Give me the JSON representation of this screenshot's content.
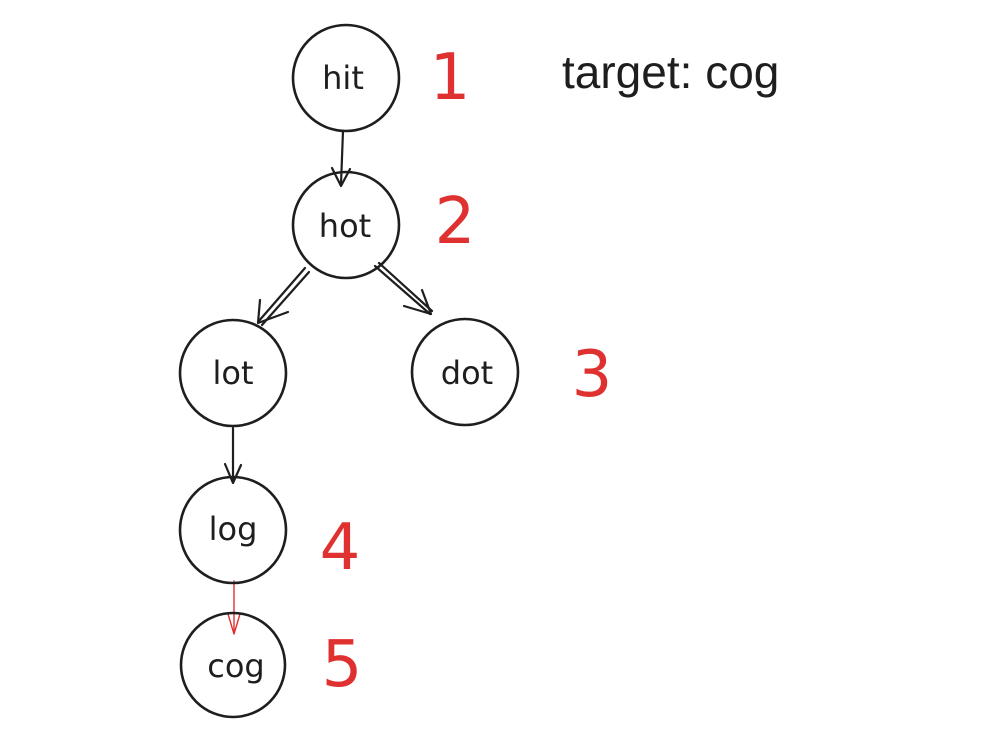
{
  "target_label": "target: cog",
  "nodes": {
    "hit": "hit",
    "hot": "hot",
    "lot": "lot",
    "dot": "dot",
    "log": "log",
    "cog": "cog"
  },
  "levels": {
    "hit": "1",
    "hot": "2",
    "dot": "3",
    "log": "4",
    "cog": "5"
  },
  "colors": {
    "ink": "#1e1e1e",
    "accent": "#e03131"
  }
}
